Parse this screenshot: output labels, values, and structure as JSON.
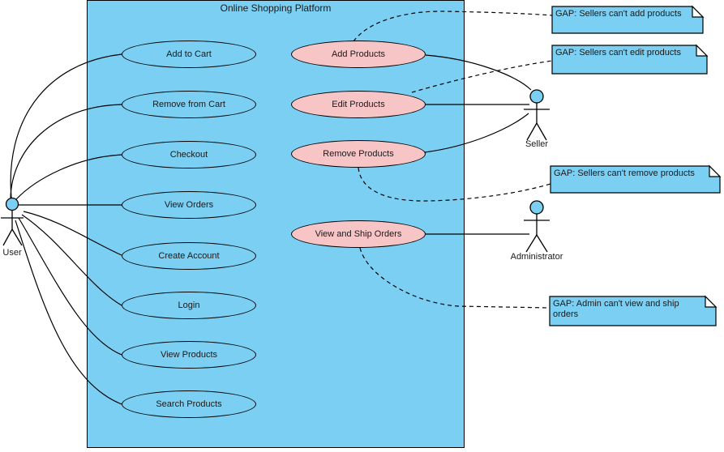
{
  "title": "Online Shopping Platform",
  "actors": {
    "user": "User",
    "seller": "Seller",
    "administrator": "Administrator"
  },
  "user_usecases": [
    "Add to Cart",
    "Remove from Cart",
    "Checkout",
    "View Orders",
    "Create Account",
    "Login",
    "View Products",
    "Search Products"
  ],
  "gap_usecases": [
    "Add Products",
    "Edit Products",
    "Remove Products",
    "View and Ship Orders"
  ],
  "notes": [
    "GAP: Sellers can't add products",
    "GAP: Sellers can't edit products",
    "GAP: Sellers can't remove products",
    "GAP: Admin can't view and ship orders"
  ],
  "colors": {
    "shape_blue": "#7bcff2",
    "gap_pink": "#f8c5c7",
    "outline": "#000000",
    "note_fold": "#ffffff"
  }
}
